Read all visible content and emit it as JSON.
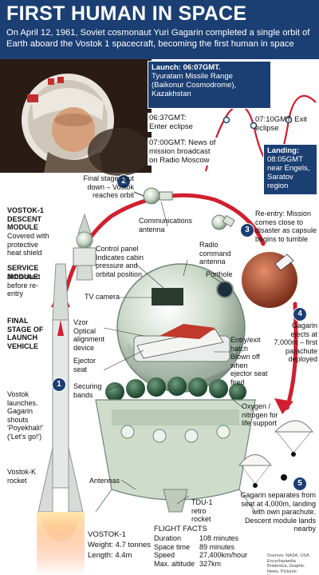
{
  "header": {
    "title": "FIRST HUMAN IN SPACE",
    "subtitle": "On April 12, 1961, Soviet cosmonaut Yuri Gagarin completed a single orbit of Earth aboard the Vostok 1 spacecraft, becoming the first human in space"
  },
  "timeline": {
    "launch_line1": "Launch: 06:07GMT.",
    "launch_line2": "Tyuratam Missile Range (Baikonur Cosmodrome), Kazakhstan",
    "eclipse_enter": "06:37GMT: Enter eclipse",
    "eclipse_exit": "07:10GMT: Exit eclipse",
    "news": "07:00GMT: News of mission broadcast on Radio Moscow",
    "landing_line1": "Landing:",
    "landing_line2": "08:05GMT near Engels, Saratov region"
  },
  "steps": [
    {
      "number": "1",
      "text": "Vostok launches. Gagarin shouts 'Poyekhali!' ('Let's go!')"
    },
    {
      "number": "2",
      "text": "Final stage shut down – Vostok reaches orbit"
    },
    {
      "number": "3",
      "text": "Re-entry: Mission comes close to disaster as capsule begins to tumble"
    },
    {
      "number": "4",
      "text": "Gagarin ejects at 7,000m – first parachute deployed"
    },
    {
      "number": "5",
      "text": "Gagarin separates from seat at 4,000m, landing with own parachute. Descent module lands nearby"
    }
  ],
  "left_labels": {
    "descent_title": "VOSTOK-1 DESCENT MODULE",
    "descent_desc": "Covered with protective heat shield",
    "service_title": "SERVICE MODULE:",
    "service_desc": "Jettisoned before re-entry",
    "final_stage": "FINAL STAGE OF LAUNCH VEHICLE",
    "rocket": "Vostok-K rocket"
  },
  "parts": {
    "comm_antenna": "Communications antenna",
    "radio_antenna": "Radio command antenna",
    "control_panel": "Control panel Indicates cabin pressure and orbital position",
    "porthole": "Porthole",
    "tv_camera": "TV camera",
    "vzor": "Vzor Optical alignment device",
    "ejector_seat": "Ejector seat",
    "securing_bands": "Securing bands",
    "hatch": "Entry/exit hatch Blown off when ejector seat fired",
    "oxygen": "Oxygen / nitrogen for life support",
    "antennas": "Antennas",
    "retro": "TDU-1 retro rocket"
  },
  "specs": {
    "name": "VOSTOK-1",
    "weight": "Weight: 4.7 tonnes",
    "length": "Length: 4.4m"
  },
  "flight_facts": {
    "heading": "FLIGHT FACTS",
    "rows": [
      {
        "label": "Duration",
        "value": "108 minutes"
      },
      {
        "label": "Space time",
        "value": "89 minutes"
      },
      {
        "label": "Speed",
        "value": "27,400km/hour"
      },
      {
        "label": "Max. altitude",
        "value": "327km"
      }
    ]
  },
  "credits": "Sources: NASA, USA, Encyclopaedia Britannica, Graphic News. Pictures: Newscom",
  "colors": {
    "navy": "#1b3f73",
    "red": "#d11f2f",
    "capsule": "#cdd9c9",
    "earth": "#c15a3a"
  }
}
